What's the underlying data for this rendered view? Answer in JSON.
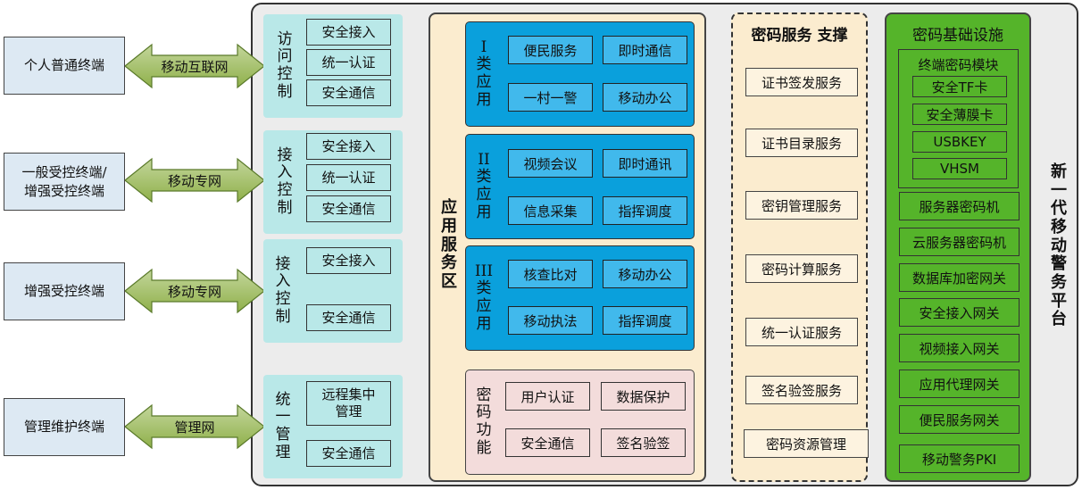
{
  "terminals": [
    {
      "label": "个人普通终端",
      "network": "移动互联网"
    },
    {
      "label_line1": "一般受控终端/",
      "label_line2": "增强受控终端",
      "network": "移动专网"
    },
    {
      "label": "增强受控终端",
      "network": "移动专网"
    },
    {
      "label": "管理维护终端",
      "network": "管理网"
    }
  ],
  "access_groups": [
    {
      "title": [
        "访",
        "问",
        "控",
        "制"
      ],
      "items": [
        "安全接入",
        "统一认证",
        "安全通信"
      ]
    },
    {
      "title": [
        "接",
        "入",
        "控",
        "制"
      ],
      "items": [
        "安全接入",
        "统一认证",
        "安全通信"
      ]
    },
    {
      "title": [
        "接",
        "入",
        "控",
        "制"
      ],
      "items": [
        "安全接入",
        "安全通信"
      ]
    },
    {
      "title": [
        "统",
        "一",
        "管",
        "理"
      ],
      "items_line": [
        "远程集中",
        "管理"
      ],
      "items_last": "安全通信"
    }
  ],
  "app_zone": {
    "title": [
      "应",
      "用",
      "服",
      "务",
      "区"
    ],
    "class1": {
      "title": [
        "I",
        "类",
        "应",
        "用"
      ],
      "items": [
        "便民服务",
        "即时通信",
        "一村一警",
        "移动办公"
      ]
    },
    "class2": {
      "title": [
        "II",
        "类",
        "应",
        "用"
      ],
      "items": [
        "视频会议",
        "即时通讯",
        "信息采集",
        "指挥调度"
      ]
    },
    "class3": {
      "title": [
        "III",
        "类",
        "应",
        "用"
      ],
      "items": [
        "核查比对",
        "移动办公",
        "移动执法",
        "指挥调度"
      ]
    },
    "crypto": {
      "title": [
        "密",
        "码",
        "功",
        "能"
      ],
      "items": [
        "用户认证",
        "数据保护",
        "安全通信",
        "签名验签"
      ]
    }
  },
  "crypto_service": {
    "title": "密码服务 支撑",
    "items": [
      "证书签发服务",
      "证书目录服务",
      "密钥管理服务",
      "密码计算服务",
      "统一认证服务",
      "签名验签服务",
      "密码资源管理"
    ]
  },
  "crypto_infra": {
    "title": "密码基础设施",
    "module_title": "终端密码模块",
    "module_items": [
      "安全TF卡",
      "安全薄膜卡",
      "USBKEY",
      "VHSM"
    ],
    "items": [
      "服务器密码机",
      "云服务器密码机",
      "数据库加密网关",
      "安全接入网关",
      "视频接入网关",
      "应用代理网关",
      "便民服务网关",
      "移动警务PKI"
    ]
  },
  "platform_title": [
    "新",
    "一",
    "代",
    "移",
    "动",
    "警",
    "务",
    "平",
    "台"
  ],
  "colors": {
    "terminal_bg": "#dde9f3",
    "arrow": "#9bbb59",
    "access_bg": "#b9e8e8",
    "app_zone_bg": "#fbeccf",
    "class_zone": "#0aa0dc",
    "class_box": "#41b9ec",
    "crypto_func": "#f3dcdb",
    "infra_green": "#55b42a"
  }
}
